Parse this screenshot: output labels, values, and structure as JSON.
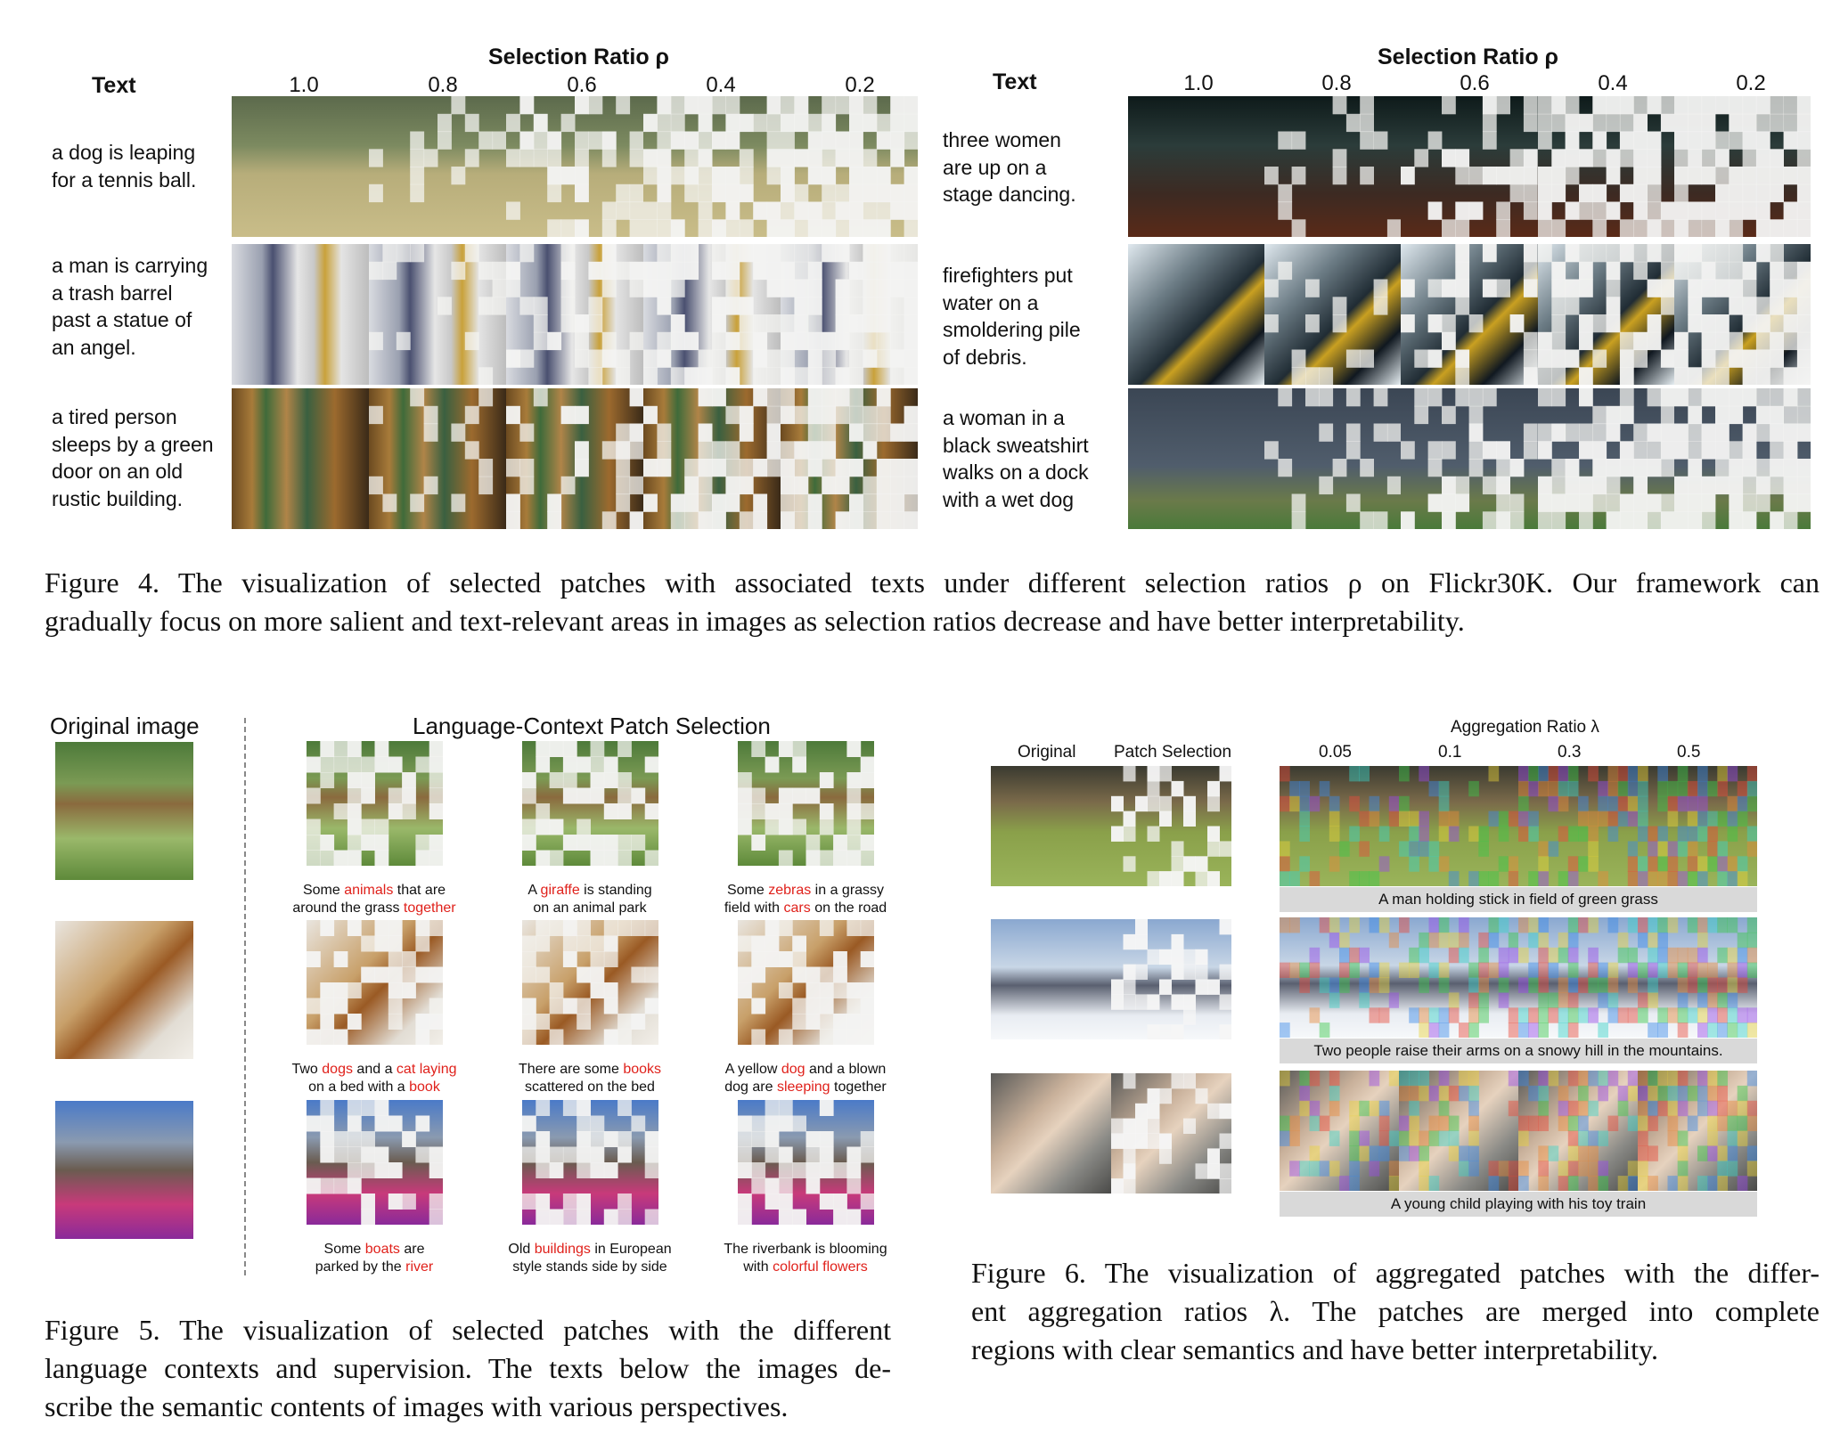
{
  "fig4": {
    "selection_ratio_header": "Selection Ratio ρ",
    "text_header": "Text",
    "ratios": [
      "1.0",
      "0.8",
      "0.6",
      "0.4",
      "0.2"
    ],
    "left_rows": [
      {
        "text": "a dog is leaping\nfor a tennis ball.",
        "image": "dog-field"
      },
      {
        "text": "a man is carrying\na trash barrel\npast a statue of\nan angel.",
        "image": "statue-street"
      },
      {
        "text": "a tired person\nsleeps by a green\ndoor on an old\nrustic building.",
        "image": "green-door"
      }
    ],
    "right_rows": [
      {
        "text": "three women\nare up on a\nstage dancing.",
        "image": "stage-dancers"
      },
      {
        "text": "firefighters put\nwater on a\nsmoldering pile\nof debris.",
        "image": "firefighters"
      },
      {
        "text": "a woman in a\nblack sweatshirt\nwalks on a dock\nwith a wet dog",
        "image": "woman-dog-dock"
      }
    ],
    "caption_lines": [
      "Figure 4.  The visualization of selected patches with associated texts under different selection ratios ρ on Flickr30K. Our framework can",
      "gradually focus on more salient and text-relevant areas in images as selection ratios decrease and have better interpretability."
    ]
  },
  "fig5": {
    "original_header": "Original image",
    "selection_header": "Language-Context Patch Selection",
    "rows": [
      {
        "image": "giraffe-zebras",
        "captions": [
          {
            "l1": [
              {
                "t": "Some "
              },
              {
                "t": "animals",
                "red": true
              },
              {
                "t": " that are"
              }
            ],
            "l2": [
              {
                "t": "around the grass "
              },
              {
                "t": "together",
                "red": true
              }
            ]
          },
          {
            "l1": [
              {
                "t": "A "
              },
              {
                "t": "giraffe",
                "red": true
              },
              {
                "t": " is standing"
              }
            ],
            "l2": [
              {
                "t": "on an animal park"
              }
            ]
          },
          {
            "l1": [
              {
                "t": "Some "
              },
              {
                "t": "zebras",
                "red": true
              },
              {
                "t": " in a grassy"
              }
            ],
            "l2": [
              {
                "t": "field with "
              },
              {
                "t": "cars",
                "red": true
              },
              {
                "t": " on the road"
              }
            ]
          }
        ]
      },
      {
        "image": "dog-cat-bed",
        "captions": [
          {
            "l1": [
              {
                "t": "Two "
              },
              {
                "t": "dogs",
                "red": true
              },
              {
                "t": " and a "
              },
              {
                "t": "cat laying",
                "red": true
              }
            ],
            "l2": [
              {
                "t": "on a bed with a "
              },
              {
                "t": "book",
                "red": true
              }
            ]
          },
          {
            "l1": [
              {
                "t": "There are some "
              },
              {
                "t": "books",
                "red": true
              }
            ],
            "l2": [
              {
                "t": "scattered on the bed"
              }
            ]
          },
          {
            "l1": [
              {
                "t": "A yellow "
              },
              {
                "t": "dog",
                "red": true
              },
              {
                "t": " and a blown"
              }
            ],
            "l2": [
              {
                "t": "dog are "
              },
              {
                "t": "sleeping",
                "red": true
              },
              {
                "t": " together"
              }
            ]
          }
        ]
      },
      {
        "image": "canal-flowers",
        "captions": [
          {
            "l1": [
              {
                "t": "Some "
              },
              {
                "t": "boats",
                "red": true
              },
              {
                "t": " are"
              }
            ],
            "l2": [
              {
                "t": "parked by the "
              },
              {
                "t": "river",
                "red": true
              }
            ]
          },
          {
            "l1": [
              {
                "t": "Old "
              },
              {
                "t": "buildings",
                "red": true
              },
              {
                "t": " in European"
              }
            ],
            "l2": [
              {
                "t": "style stands side by side"
              }
            ]
          },
          {
            "l1": [
              {
                "t": "The riverbank is blooming"
              }
            ],
            "l2": [
              {
                "t": "with "
              },
              {
                "t": "colorful flowers",
                "red": true
              }
            ]
          }
        ]
      }
    ],
    "caption_lines": [
      "Figure 5.  The visualization of selected patches with the different",
      "language contexts and supervision. The texts below the images de-",
      "scribe the semantic contents of images with various perspectives."
    ]
  },
  "fig6": {
    "original_header": "Original",
    "patch_selection_header": "Patch Selection",
    "aggregation_header": "Aggregation Ratio λ",
    "ratios": [
      "0.05",
      "0.1",
      "0.3",
      "0.5"
    ],
    "rows": [
      {
        "image": "man-field",
        "caption": "A man holding stick in field of green grass"
      },
      {
        "image": "snowy-mountains",
        "caption": "Two people raise their arms on a snowy hill in the mountains."
      },
      {
        "image": "child-toy-train",
        "caption": "A young child playing with his toy train"
      }
    ],
    "caption_lines": [
      "Figure 6.  The visualization of aggregated patches with the differ-",
      "ent aggregation ratios λ.  The patches are merged into complete",
      "regions with clear semantics and have better interpretability."
    ]
  }
}
